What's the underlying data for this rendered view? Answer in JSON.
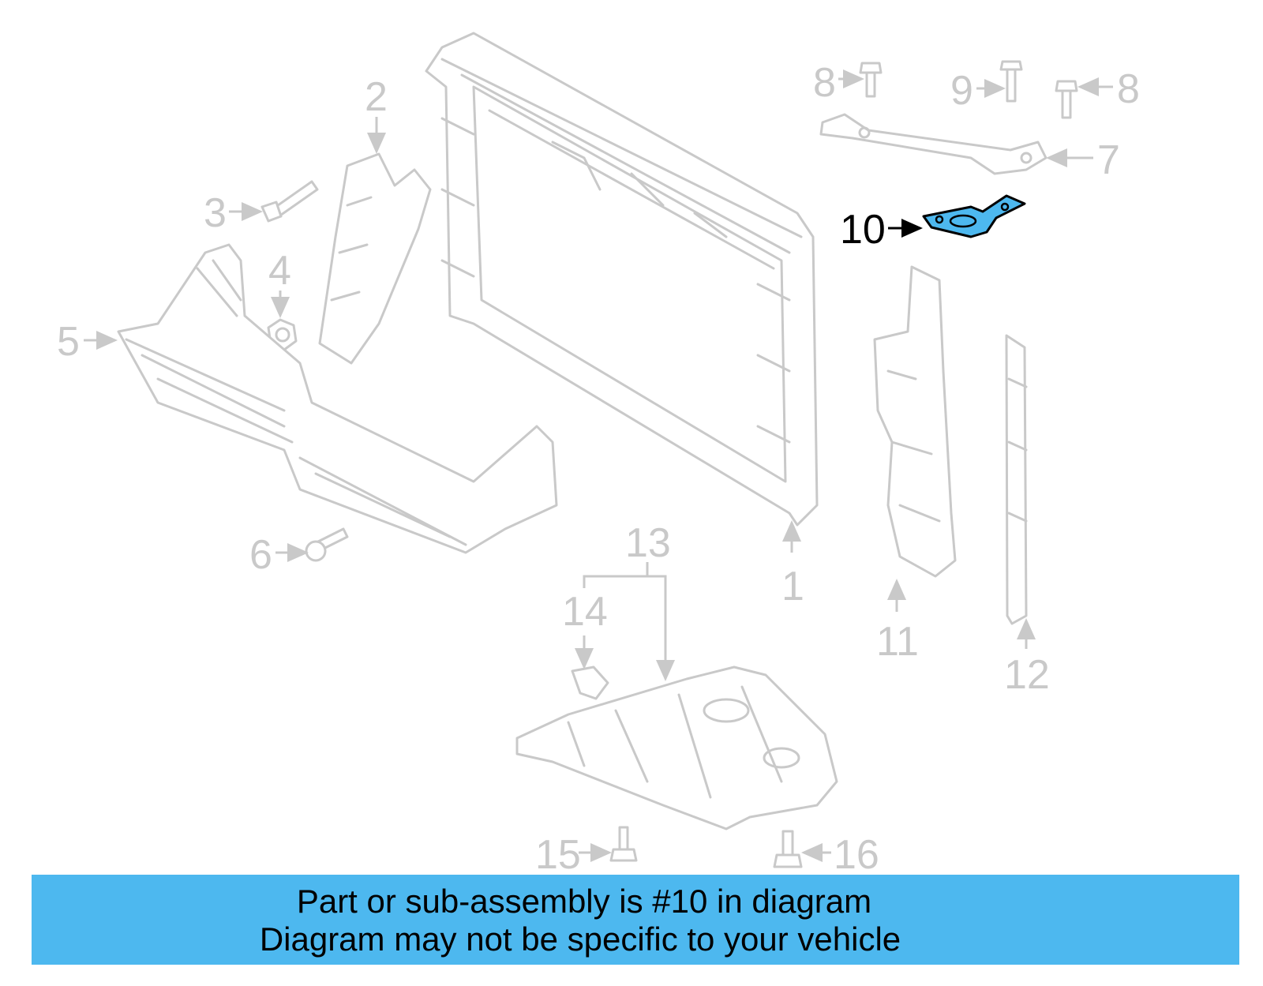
{
  "diagram": {
    "highlight_color": "#4db8ef",
    "inactive_color": "#c9c9c9",
    "highlighted_callout": "10",
    "callouts": {
      "c1": "1",
      "c2": "2",
      "c3": "3",
      "c4": "4",
      "c5": "5",
      "c6": "6",
      "c7": "7",
      "c8a": "8",
      "c8b": "8",
      "c9": "9",
      "c10": "10",
      "c11": "11",
      "c12": "12",
      "c13": "13",
      "c14": "14",
      "c15": "15",
      "c16": "16"
    }
  },
  "banner": {
    "line1": "Part or sub-assembly is #10 in diagram",
    "line2": "Diagram may not be specific to your vehicle",
    "background": "#4db8ef"
  }
}
